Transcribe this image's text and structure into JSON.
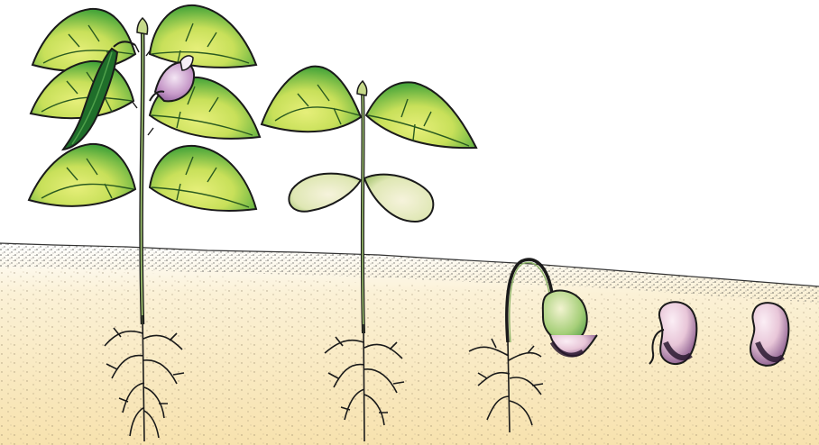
{
  "diagram": {
    "stages": [
      {
        "id": "seed",
        "icon": "bean-seed-icon"
      },
      {
        "id": "germinating-seed",
        "icon": "sprouting-bean-icon"
      },
      {
        "id": "hooked-seedling",
        "icon": "hooked-seedling-icon"
      },
      {
        "id": "young-plant",
        "icon": "young-bean-plant-icon"
      },
      {
        "id": "mature-plant",
        "icon": "mature-bean-plant-icon"
      }
    ],
    "colors": {
      "soil": "#f7e2ae",
      "leaf_dark": "#2f9a34",
      "leaf_light": "#d7e86a",
      "cotyledon": "#e9ecc4",
      "seed_purple": "#b38ab8",
      "outline": "#1a1a1a"
    }
  }
}
